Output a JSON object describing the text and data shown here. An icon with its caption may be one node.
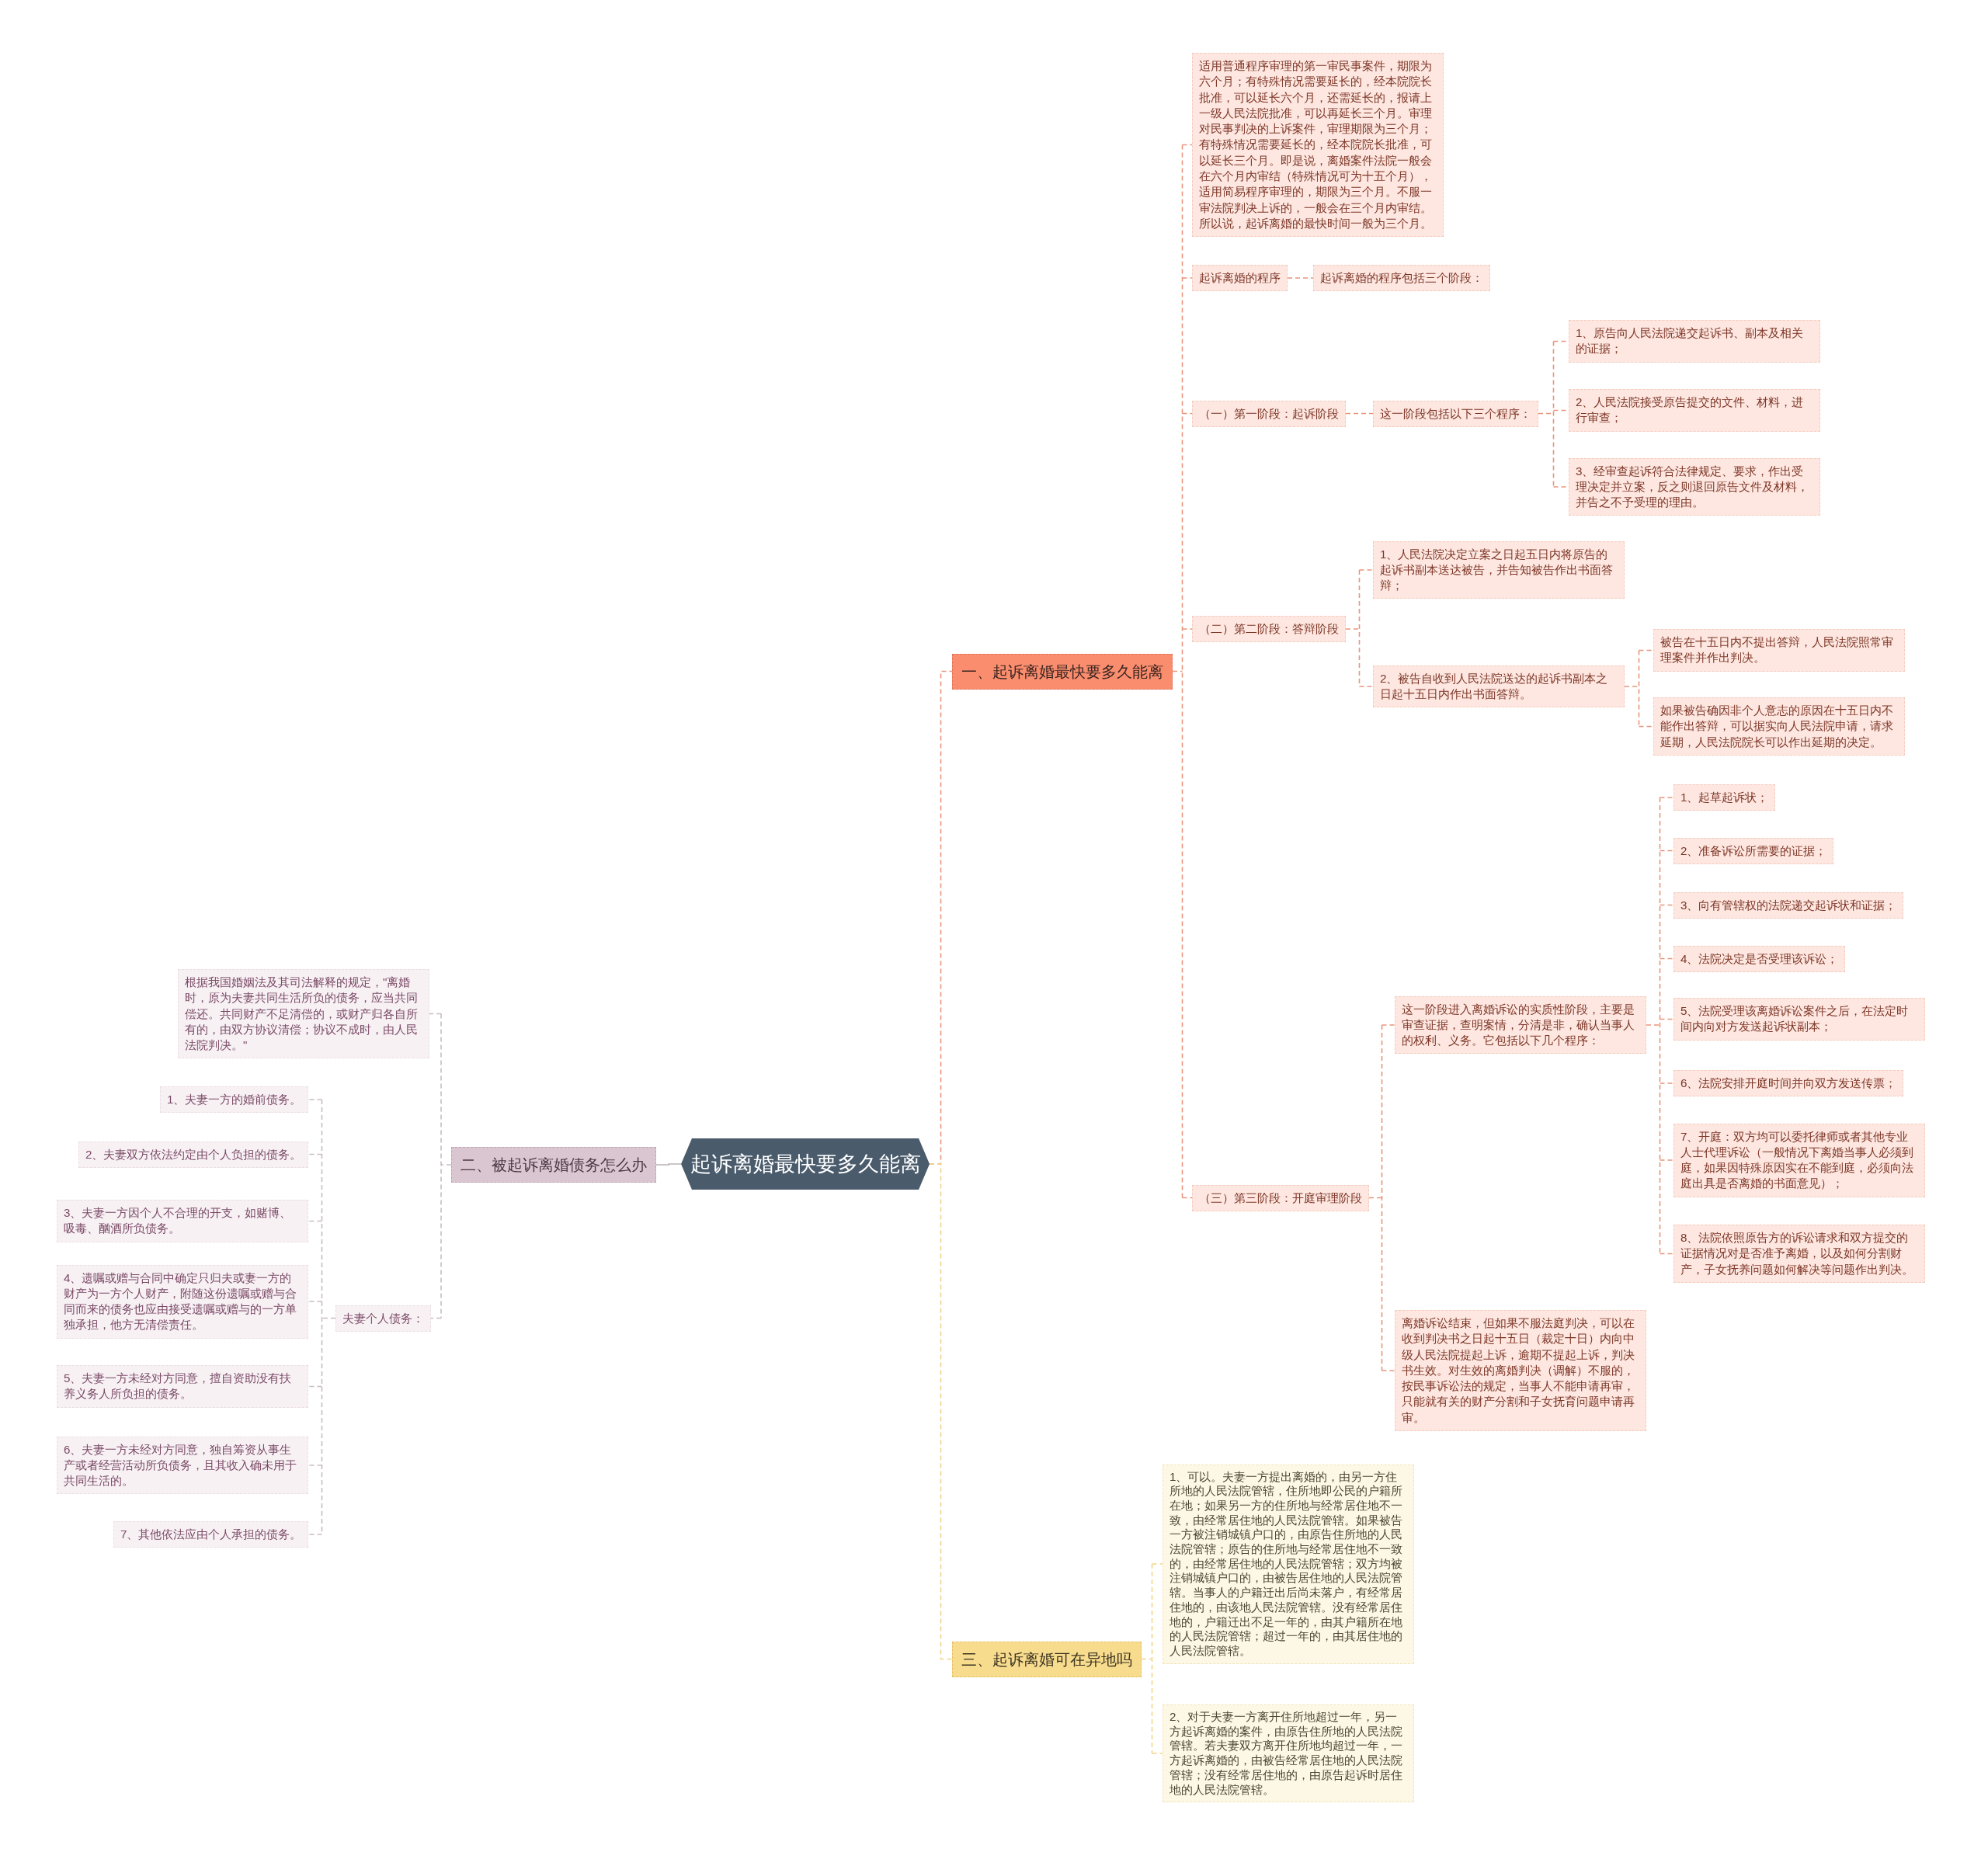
{
  "diagram": {
    "nodes": [
      {
        "text": [
          "起诉离婚最快要多久能离"
        ]
      },
      {
        "text": [
          "一、起诉离婚最快要多久能离"
        ]
      },
      {
        "text": [
          "适用普通程序审理的第一审民事案件，期限为六个月；有特殊情况需要延长的，经本院院长批准，可以延长六个月，还需延长的，报请上一级人民法院批准，可以再延长三个月。审理对民事判决的上诉案件，审理期限为三个月；有特殊情况需要延长的，经本院院长批准，可以延长三个月。即是说，离婚案件法院一般会在六个月内审结（特殊情况可为十五个月），适用简易程序审理的，期限为三个月。不服一审法院判决上诉的，一般会在三个月内审结。所以说，起诉离婚的最快时间一般为三个月。"
        ]
      },
      {
        "text": [
          "起诉离婚的程序"
        ]
      },
      {
        "text": [
          "起诉离婚的程序包括三个阶段："
        ]
      },
      {
        "text": [
          "（一）第一阶段：起诉阶段"
        ]
      },
      {
        "text": [
          "这一阶段包括以下三个程序："
        ]
      },
      {
        "text": [
          "1、原告向人民法院递交起诉书、副本及相关的证据；"
        ]
      },
      {
        "text": [
          "2、人民法院接受原告提交的文件、材料，进行审查；"
        ]
      },
      {
        "text": [
          "3、经审查起诉符合法律规定、要求，作出受理决定并立案，反之则退回原告文件及材料，并告之不予受理的理由。"
        ]
      },
      {
        "text": [
          "（二）第二阶段：答辩阶段"
        ]
      },
      {
        "text": [
          "1、人民法院决定立案之日起五日内将原告的起诉书副本送达被告，并告知被告作出书面答辩；"
        ]
      },
      {
        "text": [
          "2、被告自收到人民法院送达的起诉书副本之日起十五日内作出书面答辩。"
        ]
      },
      {
        "text": [
          "被告在十五日内不提出答辩，人民法院照常审理案件并作出判决。"
        ]
      },
      {
        "text": [
          "如果被告确因非个人意志的原因在十五日内不能作出答辩，可以据实向人民法院申请，请求延期，人民法院院长可以作出延期的决定。"
        ]
      },
      {
        "text": [
          "（三）第三阶段：开庭审理阶段"
        ]
      },
      {
        "text": [
          "这一阶段进入离婚诉讼的实质性阶段，主要是审查证据，查明案情，分清是非，确认当事人的权利、义务。它包括以下几个程序："
        ]
      },
      {
        "text": [
          "1、起草起诉状；"
        ]
      },
      {
        "text": [
          "2、准备诉讼所需要的证据；"
        ]
      },
      {
        "text": [
          "3、向有管辖权的法院递交起诉状和证据；"
        ]
      },
      {
        "text": [
          "4、法院决定是否受理该诉讼；"
        ]
      },
      {
        "text": [
          "5、法院受理该离婚诉讼案件之后，在法定时间内向对方发送起诉状副本；"
        ]
      },
      {
        "text": [
          "6、法院安排开庭时间并向双方发送传票；"
        ]
      },
      {
        "text": [
          "7、开庭：双方均可以委托律师或者其他专业人士代理诉讼（一般情况下离婚当事人必须到庭，如果因特殊原因实在不能到庭，必须向法庭出具是否离婚的书面意见）；"
        ]
      },
      {
        "text": [
          "8、法院依照原告方的诉讼请求和双方提交的证据情况对是否准予离婚，以及如何分割财产，子女抚养问题如何解决等问题作出判决。"
        ]
      },
      {
        "text": [
          "离婚诉讼结束，但如果不服法庭判决，可以在收到判决书之日起十五日（裁定十日）内向中级人民法院提起上诉，逾期不提起上诉，判决书生效。对生效的离婚判决（调解）不服的，按民事诉讼法的规定，当事人不能申请再审，只能就有关的财产分割和子女抚育问题申请再审。"
        ]
      },
      {
        "text": [
          "二、被起诉离婚债务怎么办"
        ]
      },
      {
        "text": [
          "根据我国婚姻法及其司法解释的规定，\"离婚时，原为夫妻共同生活所负的债务，应当共同偿还。共同财产不足清偿的，或财产归各自所有的，由双方协议清偿；协议不成时，由人民法院判决。\""
        ]
      },
      {
        "text": [
          "夫妻个人债务："
        ]
      },
      {
        "text": [
          "1、夫妻一方的婚前债务。"
        ]
      },
      {
        "text": [
          "2、夫妻双方依法约定由个人负担的债务。"
        ]
      },
      {
        "text": [
          "3、夫妻一方因个人不合理的开支，如赌博、吸毒、酗酒所负债务。"
        ]
      },
      {
        "text": [
          "4、遗嘱或赠与合同中确定只归夫或妻一方的财产为一方个人财产，附随这份遗嘱或赠与合同而来的债务也应由接受遗嘱或赠与的一方单独承担，他方无清偿责任。"
        ]
      },
      {
        "text": [
          "5、夫妻一方未经对方同意，擅自资助没有扶养义务人所负担的债务。"
        ]
      },
      {
        "text": [
          "6、夫妻一方未经对方同意，独自筹资从事生产或者经营活动所负债务，且其收入确未用于共同生活的。"
        ]
      },
      {
        "text": [
          "7、其他依法应由个人承担的债务。"
        ]
      },
      {
        "text": [
          "三、起诉离婚可在异地吗"
        ]
      },
      {
        "text": [
          "1、可以。夫妻一方提出离婚的，由另一方住所地的人民法院管辖，住所地即公民的户籍所在地；如果另一方的住所地与经常居住地不一致，由经常居住地的人民法院管辖。如果被告一方被注销城镇户口的，由原告住所地的人民法院管辖；原告的住所地与经常居住地不一致的，由经常居住地的人民法院管辖；双方均被注销城镇户口的，由被告居住地的人民法院管辖。当事人的户籍迁出后尚未落户，有经常居住地的，由该地人民法院管辖。没有经常居住地的，户籍迁出不足一年的，由其户籍所在地的人民法院管辖；超过一年的，由其居住地的人民法院管辖。"
        ]
      },
      {
        "text": [
          "2、对于夫妻一方离开住所地超过一年，另一方起诉离婚的案件，由原告住所地的人民法院管辖。若夫妻双方离开住所地均超过一年，一方起诉离婚的，由被告经常居住地的人民法院管辖；没有经常居住地的，由原告起诉时居住地的人民法院管辖。"
        ]
      }
    ],
    "edges": [
      {
        "from": 0,
        "to": 1,
        "arrow": "none",
        "style": "dashed"
      },
      {
        "from": 1,
        "to": 2,
        "arrow": "none",
        "style": "dashed"
      },
      {
        "from": 1,
        "to": 3,
        "arrow": "none",
        "style": "dashed"
      },
      {
        "from": 3,
        "to": 4,
        "arrow": "none",
        "style": "dashed"
      },
      {
        "from": 1,
        "to": 5,
        "arrow": "none",
        "style": "dashed"
      },
      {
        "from": 5,
        "to": 6,
        "arrow": "none",
        "style": "dashed"
      },
      {
        "from": 6,
        "to": 7,
        "arrow": "none",
        "style": "dashed"
      },
      {
        "from": 6,
        "to": 8,
        "arrow": "none",
        "style": "dashed"
      },
      {
        "from": 6,
        "to": 9,
        "arrow": "none",
        "style": "dashed"
      },
      {
        "from": 1,
        "to": 10,
        "arrow": "none",
        "style": "dashed"
      },
      {
        "from": 10,
        "to": 11,
        "arrow": "none",
        "style": "dashed"
      },
      {
        "from": 10,
        "to": 12,
        "arrow": "none",
        "style": "dashed"
      },
      {
        "from": 12,
        "to": 13,
        "arrow": "none",
        "style": "dashed"
      },
      {
        "from": 12,
        "to": 14,
        "arrow": "none",
        "style": "dashed"
      },
      {
        "from": 1,
        "to": 15,
        "arrow": "none",
        "style": "dashed"
      },
      {
        "from": 15,
        "to": 16,
        "arrow": "none",
        "style": "dashed"
      },
      {
        "from": 16,
        "to": 17,
        "arrow": "none",
        "style": "dashed"
      },
      {
        "from": 16,
        "to": 18,
        "arrow": "none",
        "style": "dashed"
      },
      {
        "from": 16,
        "to": 19,
        "arrow": "none",
        "style": "dashed"
      },
      {
        "from": 16,
        "to": 20,
        "arrow": "none",
        "style": "dashed"
      },
      {
        "from": 16,
        "to": 21,
        "arrow": "none",
        "style": "dashed"
      },
      {
        "from": 16,
        "to": 22,
        "arrow": "none",
        "style": "dashed"
      },
      {
        "from": 16,
        "to": 23,
        "arrow": "none",
        "style": "dashed"
      },
      {
        "from": 16,
        "to": 24,
        "arrow": "none",
        "style": "dashed"
      },
      {
        "from": 15,
        "to": 25,
        "arrow": "none",
        "style": "dashed"
      },
      {
        "from": 0,
        "to": 26,
        "arrow": "none",
        "color": "#b9b3b6"
      },
      {
        "from": 26,
        "to": 27,
        "arrow": "none",
        "style": "dashed",
        "color": "#c9bcc3"
      },
      {
        "from": 26,
        "to": 28,
        "arrow": "none",
        "style": "dashed",
        "color": "#c9bcc3"
      },
      {
        "from": 28,
        "to": 29,
        "arrow": "none",
        "style": "dashed",
        "color": "#c9bcc3"
      },
      {
        "from": 28,
        "to": 30,
        "arrow": "none",
        "style": "dashed",
        "color": "#c9bcc3"
      },
      {
        "from": 28,
        "to": 31,
        "arrow": "none",
        "style": "dashed",
        "color": "#c9bcc3"
      },
      {
        "from": 28,
        "to": 32,
        "arrow": "none",
        "style": "dashed",
        "color": "#c9bcc3"
      },
      {
        "from": 28,
        "to": 33,
        "arrow": "none",
        "style": "dashed",
        "color": "#c9bcc3"
      },
      {
        "from": 28,
        "to": 34,
        "arrow": "none",
        "style": "dashed",
        "color": "#c9bcc3"
      },
      {
        "from": 28,
        "to": 35,
        "arrow": "none",
        "style": "dashed",
        "color": "#c9bcc3"
      },
      {
        "from": 0,
        "to": 36,
        "arrow": "none",
        "style": "dashed",
        "color": "#f0d68a"
      },
      {
        "from": 36,
        "to": 37,
        "arrow": "none",
        "style": "dashed",
        "color": "#f0d68a"
      },
      {
        "from": 36,
        "to": 38,
        "arrow": "none",
        "style": "dashed",
        "color": "#f0d68a"
      }
    ]
  }
}
